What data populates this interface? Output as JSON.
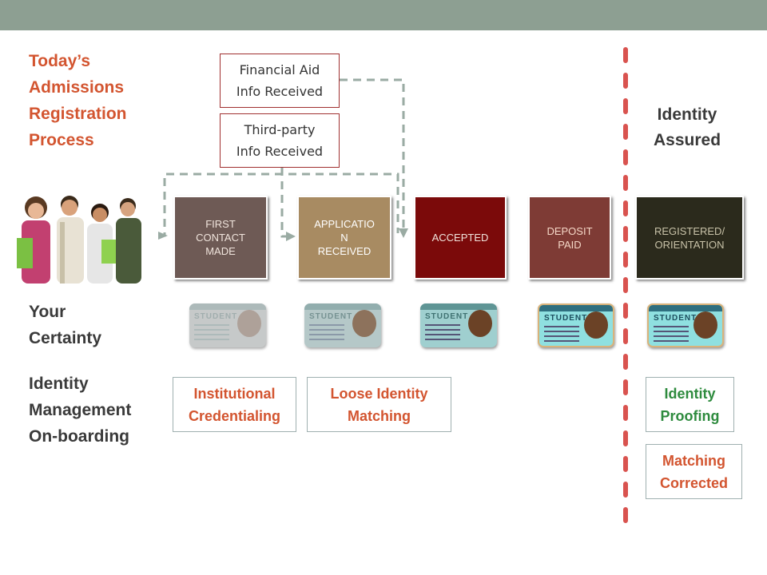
{
  "header": {
    "title": "Today’s\nAdmissions\nRegistration\nProcess"
  },
  "rows": {
    "certainty": "Your\nCertainty",
    "identity_mgmt": "Identity\nManagement\nOn-boarding"
  },
  "identity_assured": "Identity\nAssured",
  "info_boxes": [
    {
      "label": "Financial Aid\nInfo Received"
    },
    {
      "label": "Third-party\nInfo Received"
    }
  ],
  "stages": [
    {
      "label": "FIRST\nCONTACT\nMADE",
      "color": "#6e5a55"
    },
    {
      "label": "APPLICATIO\nN\nRECEIVED",
      "color": "#a88b62"
    },
    {
      "label": "ACCEPTED",
      "color": "#7b0a0a"
    },
    {
      "label": "DEPOSIT\nPAID",
      "color": "#7e3b35"
    },
    {
      "label": "REGISTERED/\nORIENTATION",
      "color": "#2b2a1c"
    }
  ],
  "card_text": "STUDENT",
  "methods": [
    {
      "label": "Institutional\nCredentialing",
      "color": "#d35530"
    },
    {
      "label": "Loose Identity\nMatching",
      "color": "#d35530"
    },
    {
      "label": "Identity\nProofing",
      "color": "#2e8b3e"
    },
    {
      "label": "Matching\nCorrected",
      "color": "#d35530"
    }
  ],
  "colors": {
    "topbar": "#8d9f92",
    "accent_orange": "#d35530",
    "dashed_connector": "#9aaba3",
    "divider": "#d9534f"
  }
}
